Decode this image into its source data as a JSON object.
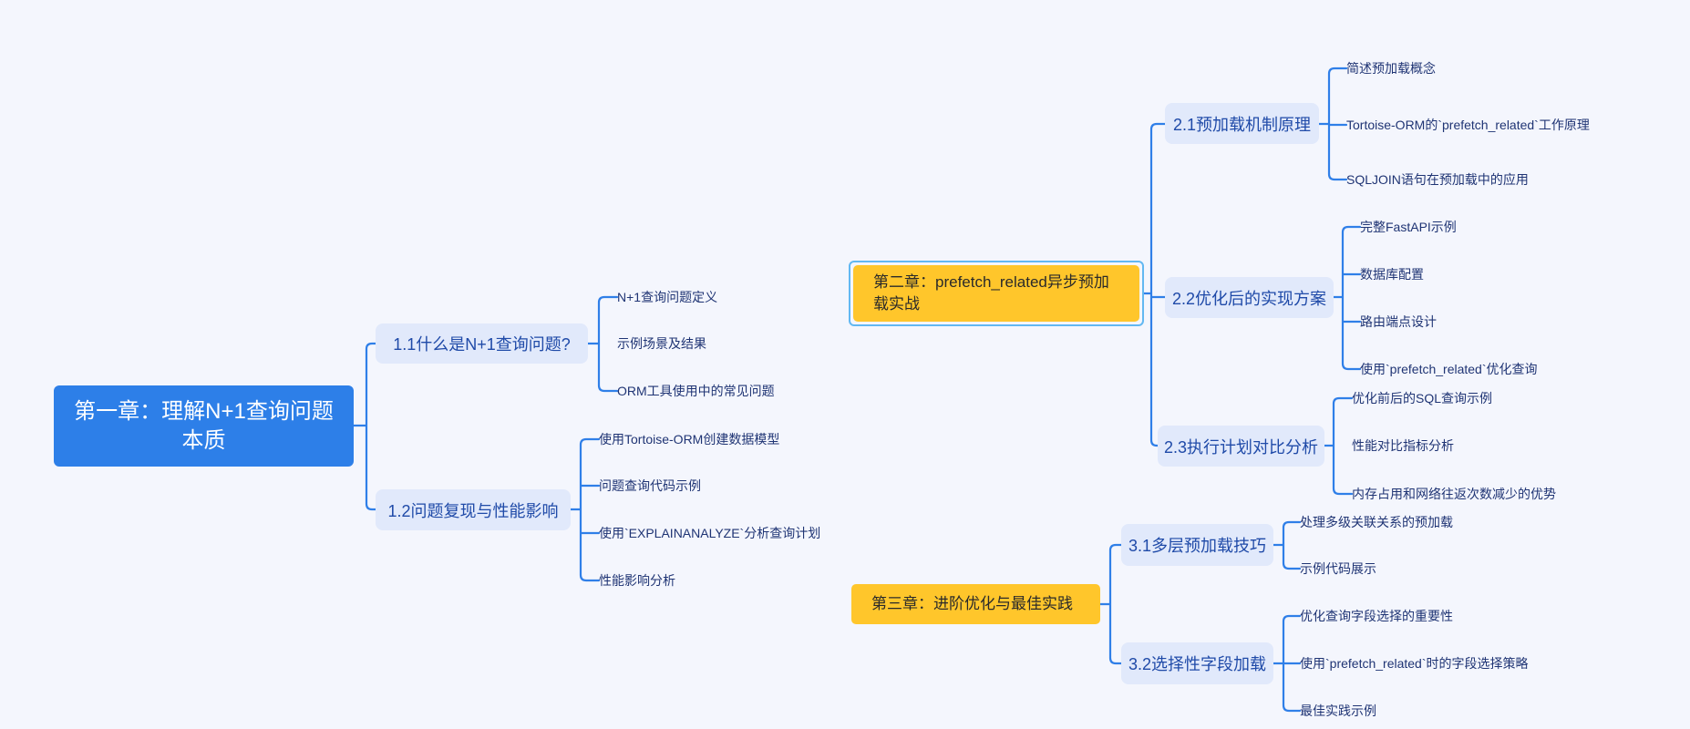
{
  "chapter1": {
    "title": "第一章：理解N+1查询问题本质",
    "sections": [
      {
        "title": "1.1什么是N+1查询问题?",
        "items": [
          "N+1查询问题定义",
          "示例场景及结果",
          "ORM工具使用中的常见问题"
        ]
      },
      {
        "title": "1.2问题复现与性能影响",
        "items": [
          "使用Tortoise-ORM创建数据模型",
          "问题查询代码示例",
          "使用`EXPLAINANALYZE`分析查询计划",
          "性能影响分析"
        ]
      }
    ]
  },
  "chapter2": {
    "title": "第二章：prefetch_related异步预加载实战",
    "sections": [
      {
        "title": "2.1预加载机制原理",
        "items": [
          "简述预加载概念",
          "Tortoise-ORM的`prefetch_related`工作原理",
          "SQLJOIN语句在预加载中的应用"
        ]
      },
      {
        "title": "2.2优化后的实现方案",
        "items": [
          "完整FastAPI示例",
          "数据库配置",
          "路由端点设计",
          "使用`prefetch_related`优化查询"
        ]
      },
      {
        "title": "2.3执行计划对比分析",
        "items": [
          "优化前后的SQL查询示例",
          "性能对比指标分析",
          "内存占用和网络往返次数减少的优势"
        ]
      }
    ]
  },
  "chapter3": {
    "title": "第三章：进阶优化与最佳实践",
    "sections": [
      {
        "title": "3.1多层预加载技巧",
        "items": [
          "处理多级关联关系的预加载",
          "示例代码展示"
        ]
      },
      {
        "title": "3.2选择性字段加载",
        "items": [
          "优化查询字段选择的重要性",
          "使用`prefetch_related`时的字段选择策略",
          "最佳实践示例"
        ]
      }
    ]
  },
  "colors": {
    "line": "#2f7fe8",
    "root": "#2d7fe8",
    "chapter": "#ffc62b",
    "section": "#e1e9fb"
  }
}
